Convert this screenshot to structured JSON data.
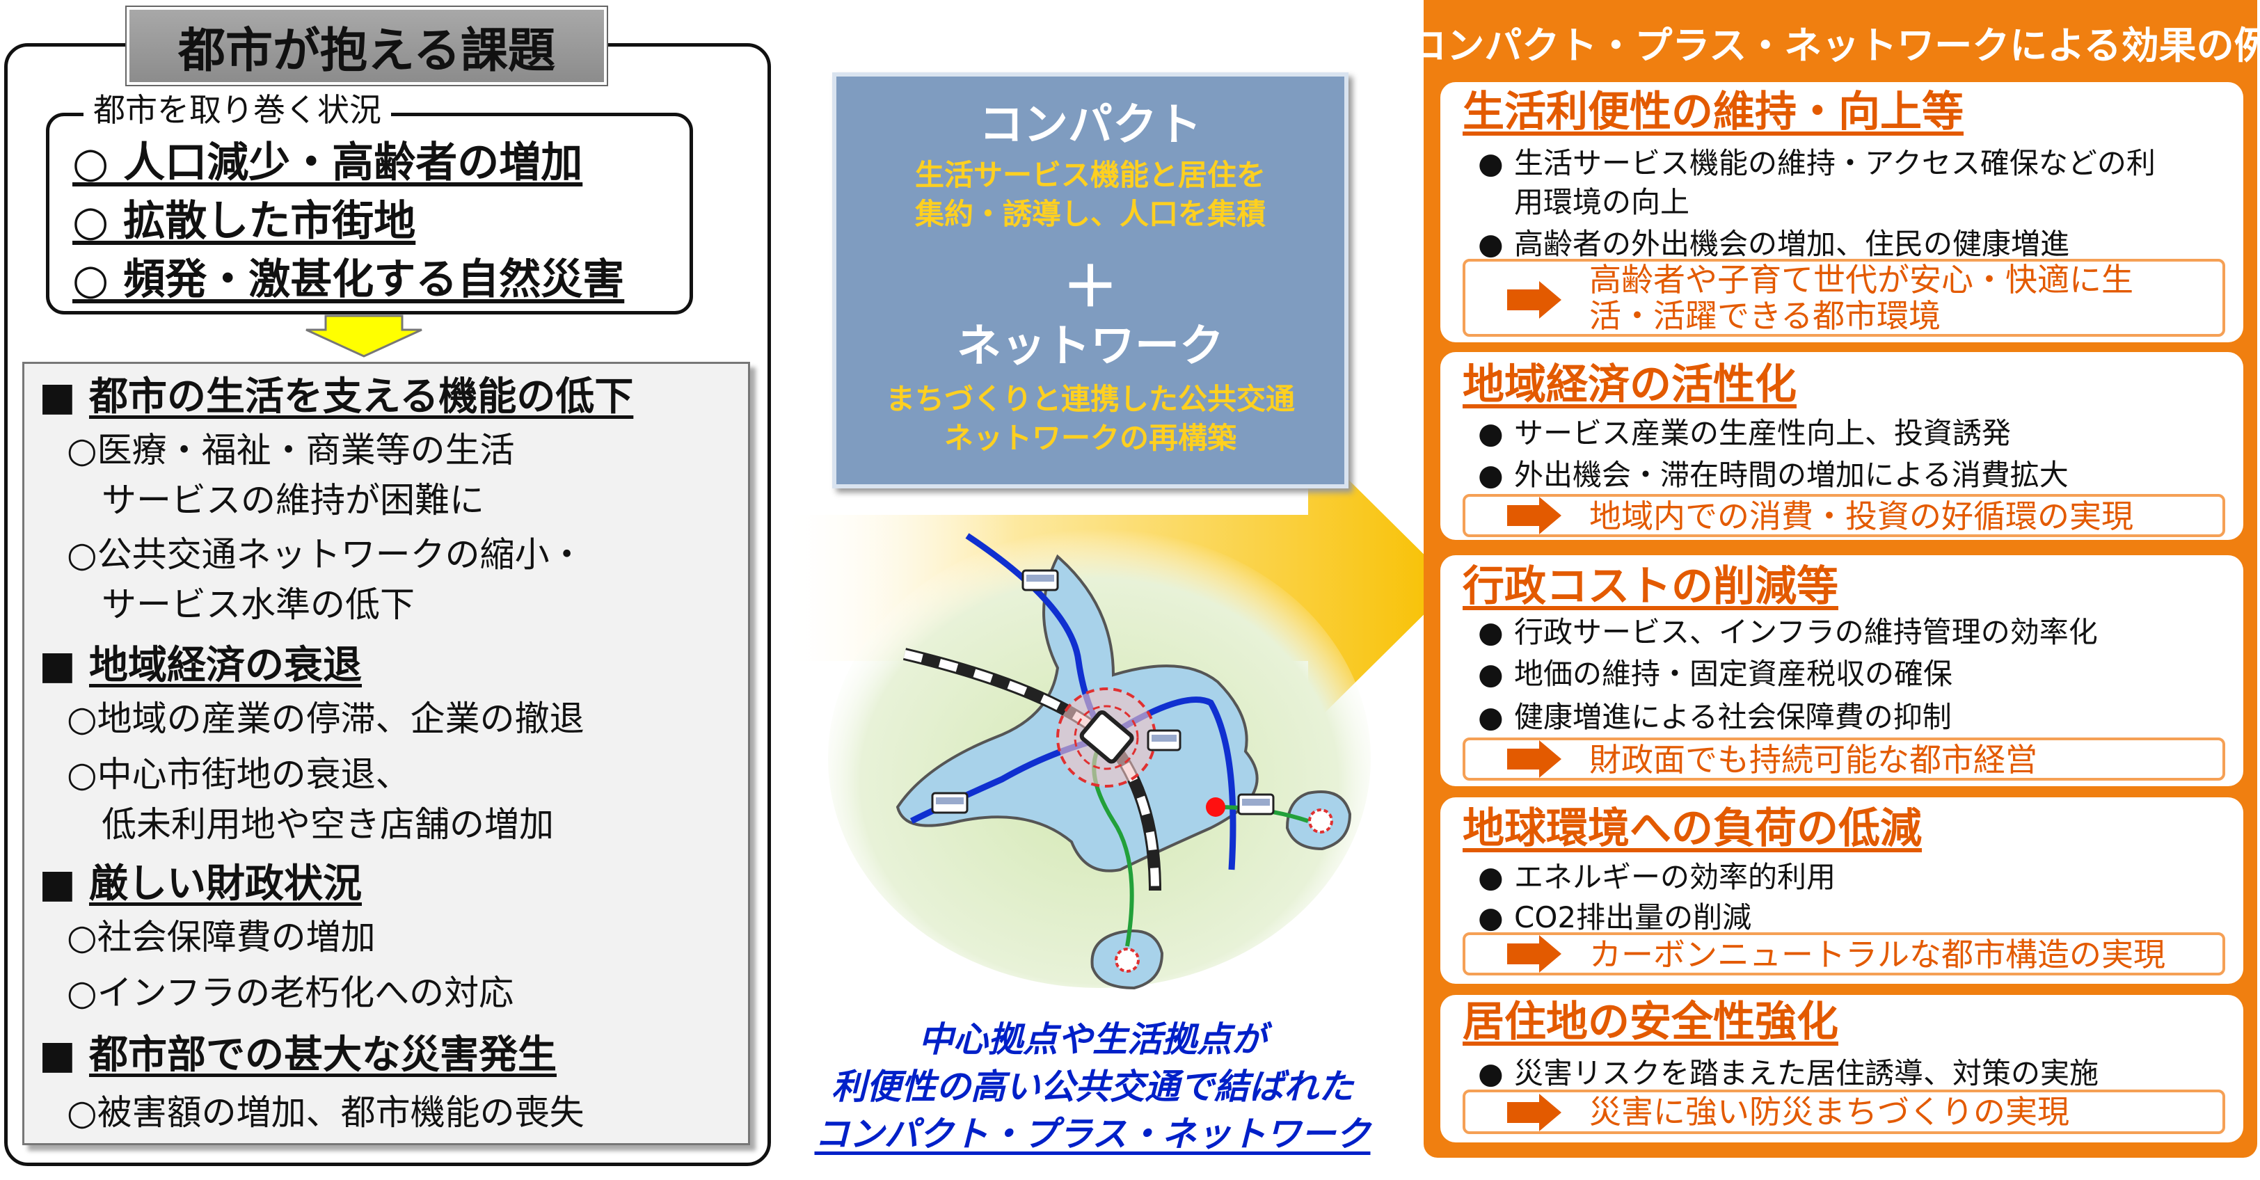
{
  "left": {
    "title": "都市が抱える課題",
    "situation_label": "都市を取り巻く状況",
    "situations": [
      "○ 人口減少・高齢者の増加",
      "○ 拡散した市街地",
      "○ 頻発・激甚化する自然災害"
    ],
    "issues": [
      {
        "bullet": "■",
        "heading": "都市の生活を支える機能の低下",
        "items": [
          "○医療・福祉・商業等の生活",
          "　サービスの維持が困難に",
          "○公共交通ネットワークの縮小・",
          "　サービス水準の低下"
        ]
      },
      {
        "bullet": "■",
        "heading": "地域経済の衰退",
        "items": [
          "○地域の産業の停滞、企業の撤退",
          "○中心市街地の衰退、",
          "　低未利用地や空き店舗の増加"
        ]
      },
      {
        "bullet": "■",
        "heading": "厳しい財政状況",
        "items": [
          "○社会保障費の増加",
          "○インフラの老朽化への対応"
        ]
      },
      {
        "bullet": "■",
        "heading": "都市部での甚大な災害発生",
        "items": [
          "○被害額の増加、都市機能の喪失"
        ]
      }
    ]
  },
  "center": {
    "compact_title": "コンパクト",
    "compact_desc": [
      "生活サービス機能と居住を",
      "集約・誘導し、人口を集積"
    ],
    "plus": "＋",
    "network_title": "ネットワーク",
    "network_desc": [
      "まちづくりと連携した公共交通",
      "ネットワークの再構築"
    ],
    "caption": [
      "中心拠点や生活拠点が",
      "利便性の高い公共交通で結ばれた",
      "コンパクト・プラス・ネットワーク"
    ]
  },
  "right": {
    "title": "コンパクト・プラス・ネットワークによる効果の例",
    "effects": [
      {
        "title": "生活利便性の維持・向上等",
        "items": [
          "生活サービス機能の維持・アクセス確保などの利",
          "用環境の向上",
          "高齢者の外出機会の増加、住民の健康増進"
        ],
        "result": [
          "高齢者や子育て世代が安心・快適に生",
          "活・活躍できる都市環境"
        ]
      },
      {
        "title": "地域経済の活性化",
        "items": [
          "サービス産業の生産性向上、投資誘発",
          "外出機会・滞在時間の増加による消費拡大"
        ],
        "result": [
          "地域内での消費・投資の好循環の実現"
        ]
      },
      {
        "title": "行政コストの削減等",
        "items": [
          "行政サービス、インフラの維持管理の効率化",
          "地価の維持・固定資産税収の確保",
          "健康増進による社会保障費の抑制"
        ],
        "result": [
          "財政面でも持続可能な都市経営"
        ]
      },
      {
        "title": "地球環境への負荷の低減",
        "items": [
          "エネルギーの効率的利用",
          "CO2排出量の削減"
        ],
        "result": [
          "カーボンニュートラルな都市構造の実現"
        ]
      },
      {
        "title": "居住地の安全性強化",
        "items": [
          "災害リスクを踏まえた居住誘導、対策の実施"
        ],
        "result": [
          "災害に強い防災まちづくりの実現"
        ]
      }
    ],
    "bullet_symbol": "●"
  },
  "colors": {
    "orange": "#f07f10",
    "orange_text": "#e35a00",
    "center_box": "#7f9cc0",
    "center_sub_text": "#ffd020",
    "caption_text": "#0020c8",
    "arrow_yellow": "#f8c000"
  }
}
